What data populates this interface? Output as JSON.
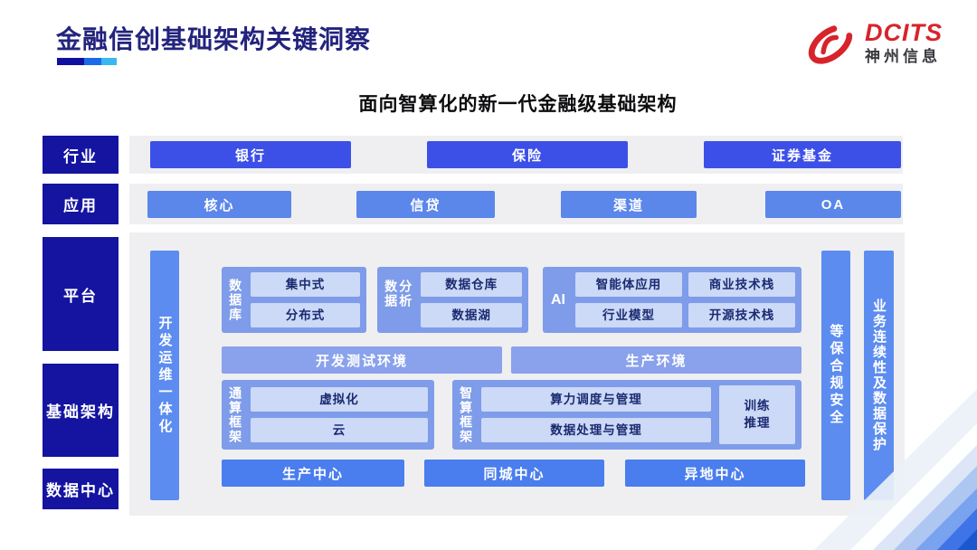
{
  "header": {
    "title": "金融信创基础架构关键洞察",
    "logo_brand": "DCITS",
    "logo_sub": "神州信息"
  },
  "diagram": {
    "subtitle": "面向智算化的新一代金融级基础架构",
    "row_labels": {
      "industry": "行业",
      "application": "应用",
      "platform": "平台",
      "infrastructure": "基础架构",
      "datacenter": "数据中心"
    },
    "industry_row": [
      "银行",
      "保险",
      "证券基金"
    ],
    "application_row": [
      "核心",
      "信贷",
      "渠道",
      "OA"
    ],
    "devops_bar": "开发运维一体化",
    "database_block": {
      "label": "数据库",
      "items": [
        "集中式",
        "分布式"
      ]
    },
    "analytics_block": {
      "label": "数据分析",
      "items": [
        "数据仓库",
        "数据湖"
      ]
    },
    "ai_block": {
      "label": "AI",
      "items": [
        "智能体应用",
        "商业技术栈",
        "行业模型",
        "开源技术栈"
      ]
    },
    "env_bars": [
      "开发测试环境",
      "生产环境"
    ],
    "general_compute_block": {
      "label": "通算框架",
      "items": [
        "虚拟化",
        "云"
      ]
    },
    "intelligent_compute_block": {
      "label": "智算框架",
      "items": [
        "算力调度与管理",
        "数据处理与管理"
      ],
      "side_item_line1": "训练",
      "side_item_line2": "推理"
    },
    "centers_row": [
      "生产中心",
      "同城中心",
      "异地中心"
    ],
    "security_bar": "等保合规安全",
    "continuity_bar": "业务连续性及数据保护"
  },
  "colors": {
    "navy_label": "#1414a0",
    "title_text": "#23237e",
    "industry_button": "#3c50e8",
    "application_button": "#5b86ea",
    "side_pillar": "#5c8cf0",
    "block_container": "#7e9ce9",
    "env_bar": "#8aa2eb",
    "inner_box_bg": "#ccd9f7",
    "inner_box_text": "#1b2a70",
    "center_button": "#4a7ded",
    "panel_gray": "#efeff1",
    "logo_red": "#d8232a",
    "underline_segments": [
      "#1010a0",
      "#1b6be8",
      "#38b8ee"
    ]
  }
}
